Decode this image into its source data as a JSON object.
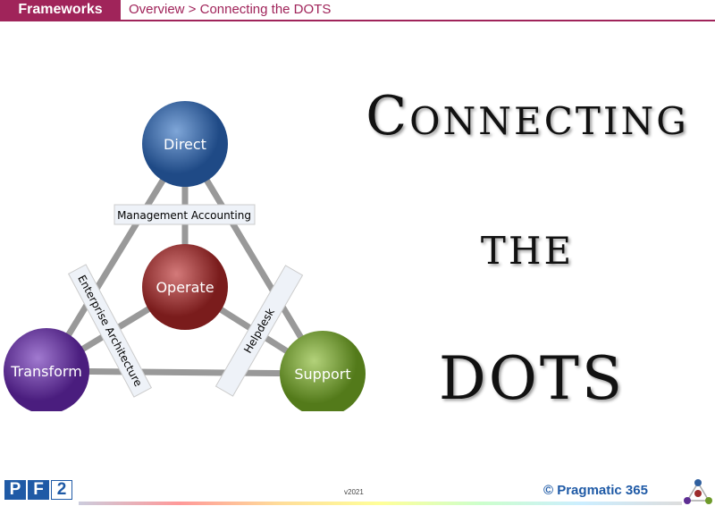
{
  "header": {
    "section": "Frameworks",
    "breadcrumb": "Overview > Connecting the DOTS"
  },
  "diagram": {
    "nodes": {
      "direct": "Direct",
      "operate": "Operate",
      "transform": "Transform",
      "support": "Support"
    },
    "links": {
      "top": "Management Accounting",
      "left": "Enterprise Architecture",
      "right": "Helpdesk"
    },
    "colors": {
      "direct": "#2f5f9e",
      "operate": "#9c2b2b",
      "transform": "#5e2e93",
      "support": "#6e9a2a"
    }
  },
  "title": {
    "line1": "Connecting",
    "line2": "the",
    "line3": "DOTS"
  },
  "footer": {
    "logo": [
      "P",
      "F",
      "2"
    ],
    "version": "v2021",
    "copyright": "© Pragmatic 365"
  }
}
